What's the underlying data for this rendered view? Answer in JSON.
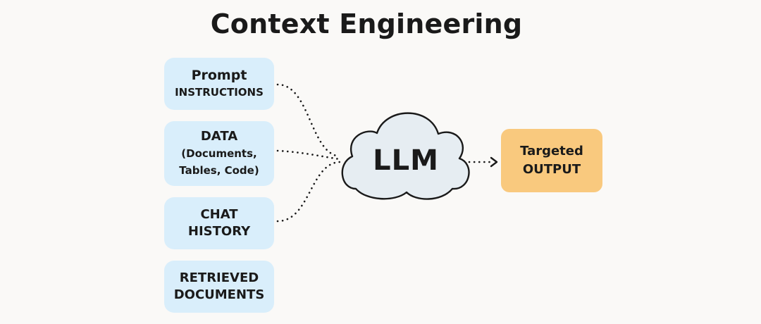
{
  "title": "Context Engineering",
  "inputs": {
    "prompt": {
      "line1": "Prompt",
      "line2": "INSTRUCTIONS"
    },
    "data": {
      "line1": "DATA",
      "line2": "(Documents,",
      "line3": "Tables, Code)"
    },
    "chat_history": {
      "line1": "CHAT",
      "line2": "HISTORY"
    },
    "retrieved_documents": {
      "line1": "RETRIEVED",
      "line2": "DOCUMENTS"
    }
  },
  "center": {
    "label": "LLM"
  },
  "output": {
    "line1": "Targeted",
    "line2": "OUTPUT"
  },
  "colors": {
    "background": "#faf9f7",
    "input_fill": "#d9eefb",
    "cloud_fill": "#e6edf2",
    "output_fill": "#f9c97e",
    "stroke": "#1a1a1a"
  }
}
